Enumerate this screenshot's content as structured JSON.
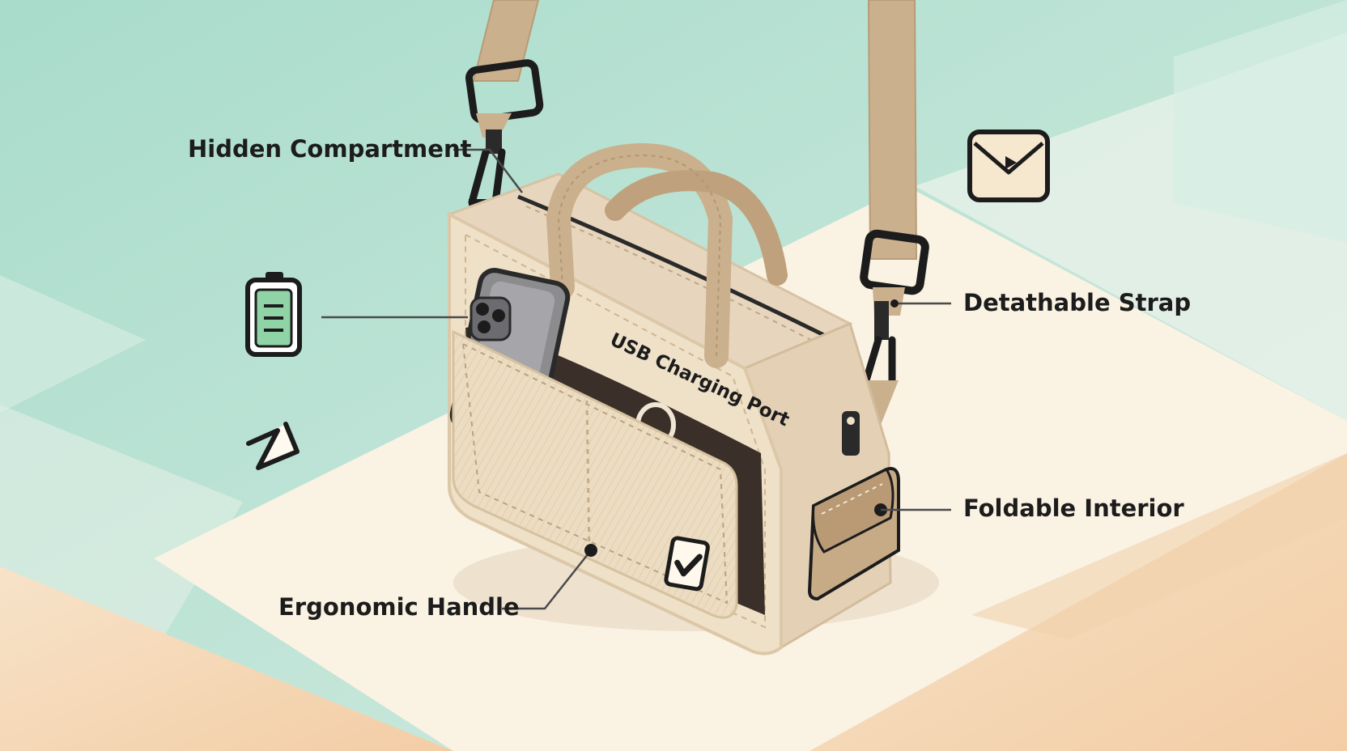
{
  "callouts": {
    "hidden_compartment": "Hidden Compartment",
    "detachable_strap": "Detathable Strap",
    "foldable_interior": "Foldable Interior",
    "ergonomic_handle": "Ergonomic Handle",
    "usb_charging_port": "USB Charging Port"
  },
  "icons": {
    "battery": "battery-icon",
    "envelope": "envelope-icon",
    "pocket_check": "checkmark-icon",
    "doodle": "squiggle-icon"
  },
  "colors": {
    "background_mint": "#bfe3d6",
    "background_cream": "#faf2e3",
    "background_peach": "#f6d9b8",
    "bag_body": "#efe0c8",
    "strap": "#cbb08d",
    "outline": "#1c1c1c",
    "battery_fill": "#8fd3a6"
  }
}
